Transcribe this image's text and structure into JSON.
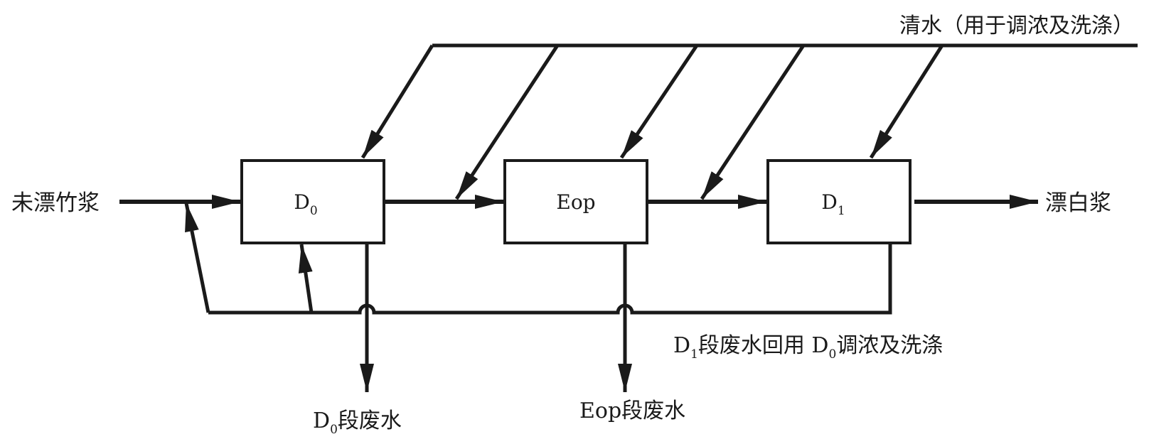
{
  "labels": {
    "fresh_water": "清水（用于调浓及洗涤）",
    "input": "未漂竹浆",
    "output": "漂白浆",
    "recycle_d1": "D",
    "recycle_d1_sub": "1",
    "recycle_text": "段废水回用 D",
    "recycle_d0_sub": "0",
    "recycle_tail": "调浓及洗涤",
    "waste_d0": "D",
    "waste_d0_sub": "0",
    "waste_d0_tail": "段废水",
    "waste_eop": "Eop段废水"
  },
  "stages": [
    {
      "name": "D",
      "sub": "0"
    },
    {
      "name": "Eop",
      "sub": ""
    },
    {
      "name": "D",
      "sub": "1"
    }
  ],
  "colors": {
    "stroke": "#1a1a1a",
    "background": "#ffffff"
  }
}
